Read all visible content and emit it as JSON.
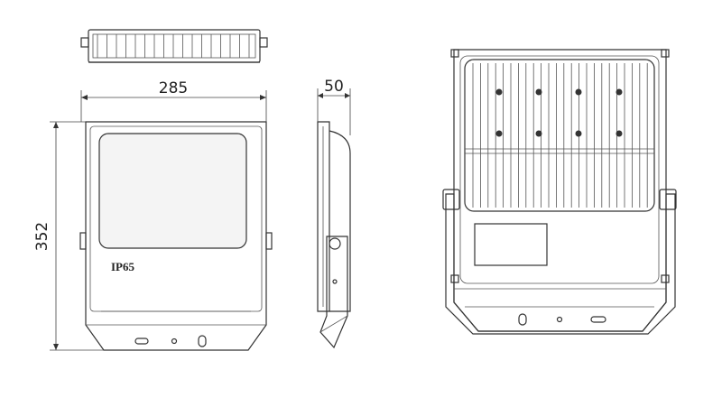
{
  "dimensions": {
    "width_label": "285",
    "height_label": "352",
    "depth_label": "50"
  },
  "front_marking": "IP65",
  "colors": {
    "line": "#333333",
    "background": "#ffffff"
  }
}
